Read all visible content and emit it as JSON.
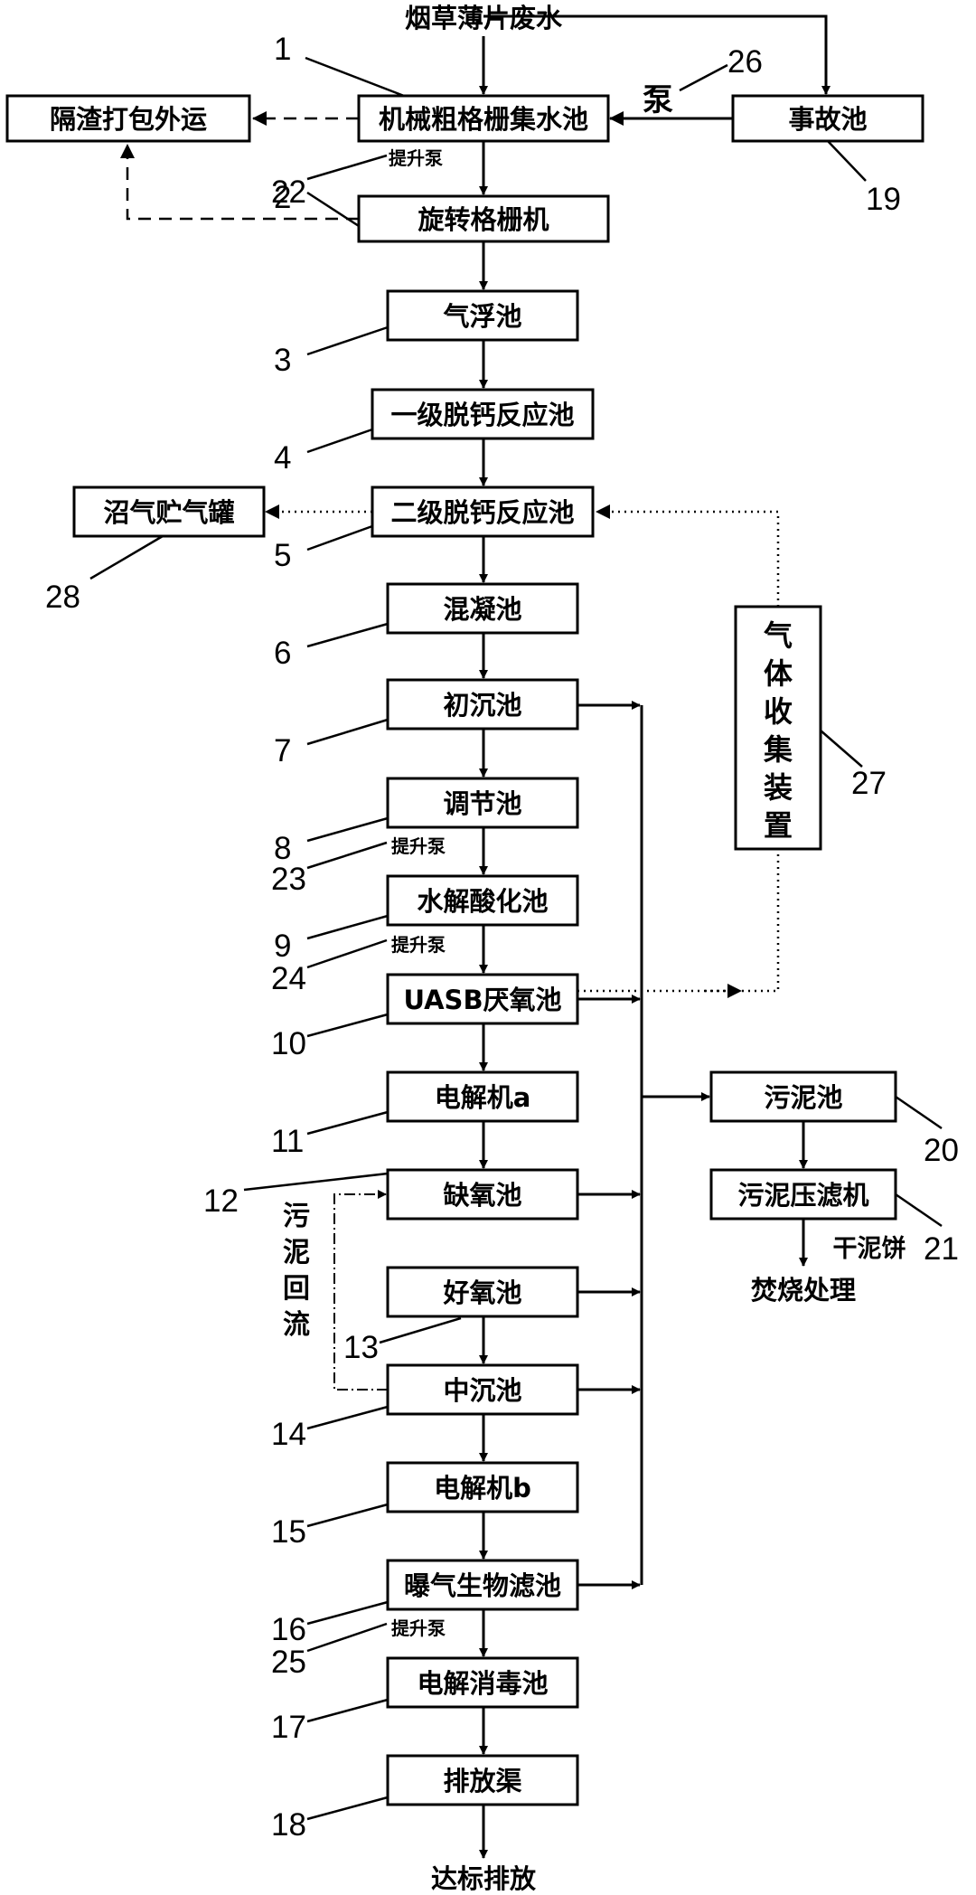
{
  "inlet": "烟草薄片废水",
  "outlet": "达标排放",
  "boxes": {
    "b1": "机械粗格栅集水池",
    "b2": "旋转格栅机",
    "b3": "气浮池",
    "b4": "一级脱钙反应池",
    "b5": "二级脱钙反应池",
    "b6": "混凝池",
    "b7": "初沉池",
    "b8": "调节池",
    "b9": "水解酸化池",
    "b10": "UASB厌氧池",
    "b11": "电解机a",
    "b12": "缺氧池",
    "b13": "好氧池",
    "b14": "中沉池",
    "b15": "电解机b",
    "b16": "曝气生物滤池",
    "b17": "电解消毒池",
    "b18": "排放渠",
    "b19": "事故池",
    "b20": "污泥池",
    "b21": "污泥压滤机",
    "b27": "气体收集装置",
    "b28": "沼气贮气罐",
    "bslag": "隔渣打包外运"
  },
  "labels": {
    "pump": "泵",
    "lift22": "提升泵",
    "lift23": "提升泵",
    "lift24": "提升泵",
    "lift25": "提升泵",
    "reflux": "污泥回流",
    "cake": "干泥饼",
    "incinerate": "焚烧处理"
  },
  "numbers": [
    "1",
    "2",
    "3",
    "4",
    "5",
    "6",
    "7",
    "8",
    "9",
    "10",
    "11",
    "12",
    "13",
    "14",
    "15",
    "16",
    "17",
    "18",
    "19",
    "20",
    "21",
    "22",
    "23",
    "24",
    "25",
    "26",
    "27",
    "28"
  ]
}
